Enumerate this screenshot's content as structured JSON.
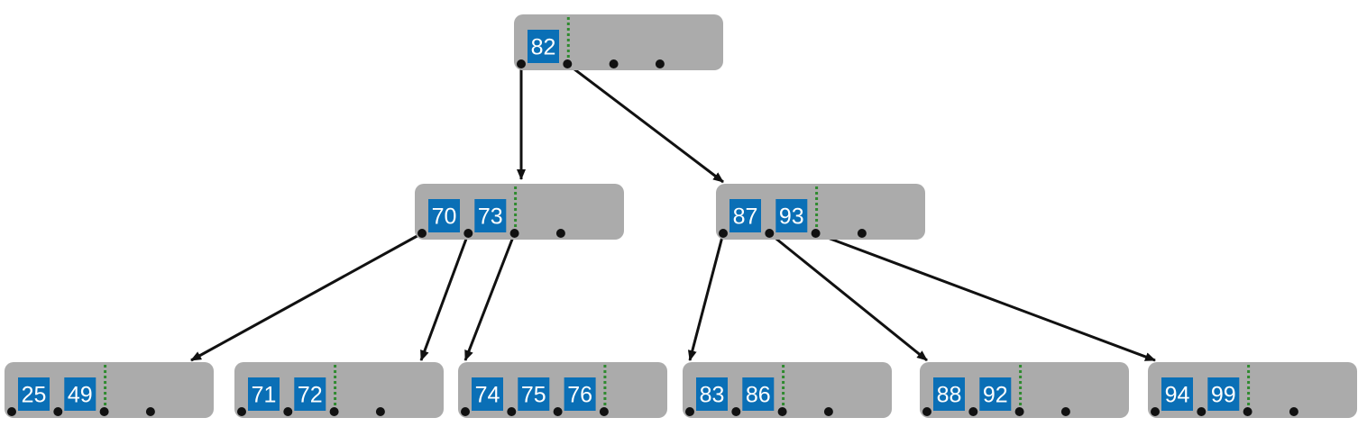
{
  "colors": {
    "node_fill": "#ababab",
    "key_fill": "#0a6fb6",
    "key_text": "#ffffff",
    "divider": "#2f8a2f",
    "pointer": "#111111",
    "edge": "#111111"
  },
  "tree": {
    "order": 4,
    "nodes": [
      {
        "id": "root",
        "level": 0,
        "keys": [
          "82"
        ]
      },
      {
        "id": "inner-left",
        "level": 1,
        "keys": [
          "70",
          "73"
        ]
      },
      {
        "id": "inner-right",
        "level": 1,
        "keys": [
          "87",
          "93"
        ]
      },
      {
        "id": "leaf-1",
        "level": 2,
        "keys": [
          "25",
          "49"
        ]
      },
      {
        "id": "leaf-2",
        "level": 2,
        "keys": [
          "71",
          "72"
        ]
      },
      {
        "id": "leaf-3",
        "level": 2,
        "keys": [
          "74",
          "75",
          "76"
        ]
      },
      {
        "id": "leaf-4",
        "level": 2,
        "keys": [
          "83",
          "86"
        ]
      },
      {
        "id": "leaf-5",
        "level": 2,
        "keys": [
          "88",
          "92"
        ]
      },
      {
        "id": "leaf-6",
        "level": 2,
        "keys": [
          "94",
          "99"
        ]
      }
    ],
    "edges": [
      {
        "from": "root",
        "pointer": 0,
        "to": "inner-left"
      },
      {
        "from": "root",
        "pointer": 1,
        "to": "inner-right"
      },
      {
        "from": "inner-left",
        "pointer": 0,
        "to": "leaf-1"
      },
      {
        "from": "inner-left",
        "pointer": 1,
        "to": "leaf-2"
      },
      {
        "from": "inner-left",
        "pointer": 2,
        "to": "leaf-3"
      },
      {
        "from": "inner-right",
        "pointer": 0,
        "to": "leaf-4"
      },
      {
        "from": "inner-right",
        "pointer": 1,
        "to": "leaf-5"
      },
      {
        "from": "inner-right",
        "pointer": 2,
        "to": "leaf-6"
      }
    ]
  }
}
